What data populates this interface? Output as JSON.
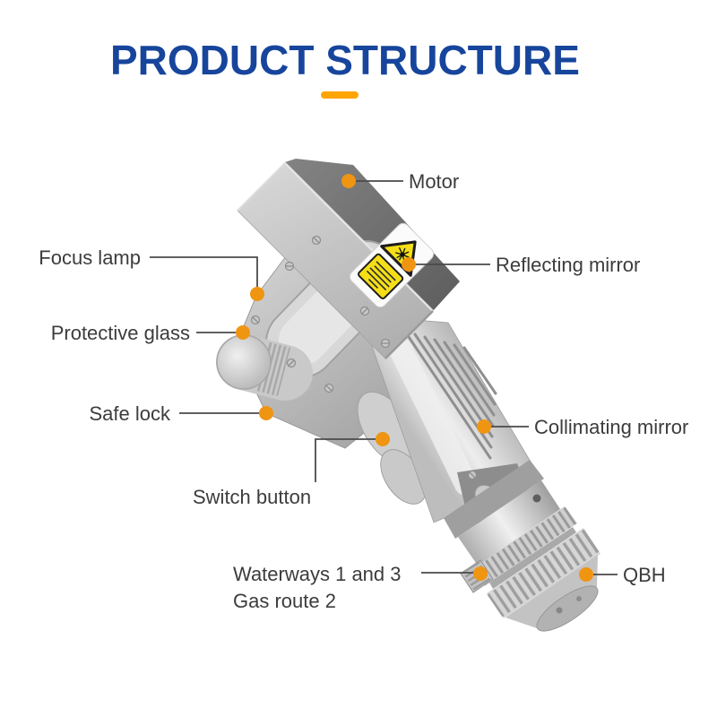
{
  "page": {
    "background": "#ffffff"
  },
  "title": {
    "text": "PRODUCT STRUCTURE",
    "color": "#17459c",
    "underline_color": "#ffa502"
  },
  "accent": {
    "dot_color": "#ef9512",
    "line_color": "#4a4a4a",
    "label_text_color": "#3c3c3c"
  },
  "illustration": {
    "name": "handheld-laser-cleaning-gun",
    "warning_label": "laser-radiation-warning-sticker"
  },
  "labels": {
    "motor": "Motor",
    "focus_lamp": "Focus lamp",
    "reflecting_mirror": "Reflecting mirror",
    "protective_glass": "Protective glass",
    "safe_lock": "Safe lock",
    "collimating_mirror": "Collimating mirror",
    "switch_button": "Switch button",
    "waterways_line1": "Waterways 1 and 3",
    "waterways_line2": "Gas route 2",
    "qbh": "QBH"
  }
}
